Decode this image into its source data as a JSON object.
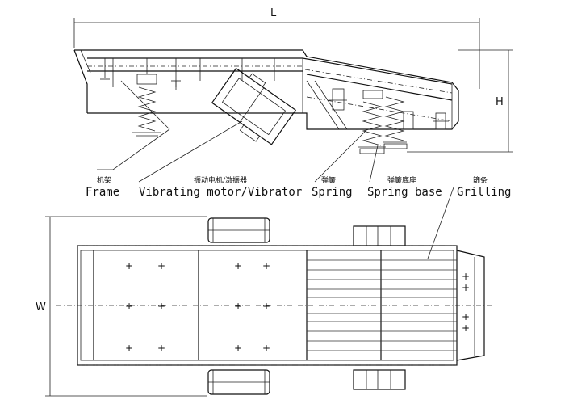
{
  "dimensions": {
    "length": "L",
    "height": "H",
    "width": "W"
  },
  "labels": [
    {
      "id": "frame",
      "cn": "机架",
      "en": "Frame"
    },
    {
      "id": "vibrator",
      "cn": "振动电机/激振器",
      "en": "Vibrating motor/Vibrator"
    },
    {
      "id": "spring",
      "cn": "弹簧",
      "en": "Spring"
    },
    {
      "id": "spring-base",
      "cn": "弹簧底座",
      "en": "Spring base"
    },
    {
      "id": "grilling",
      "cn": "篩条",
      "en": "Grilling"
    }
  ]
}
